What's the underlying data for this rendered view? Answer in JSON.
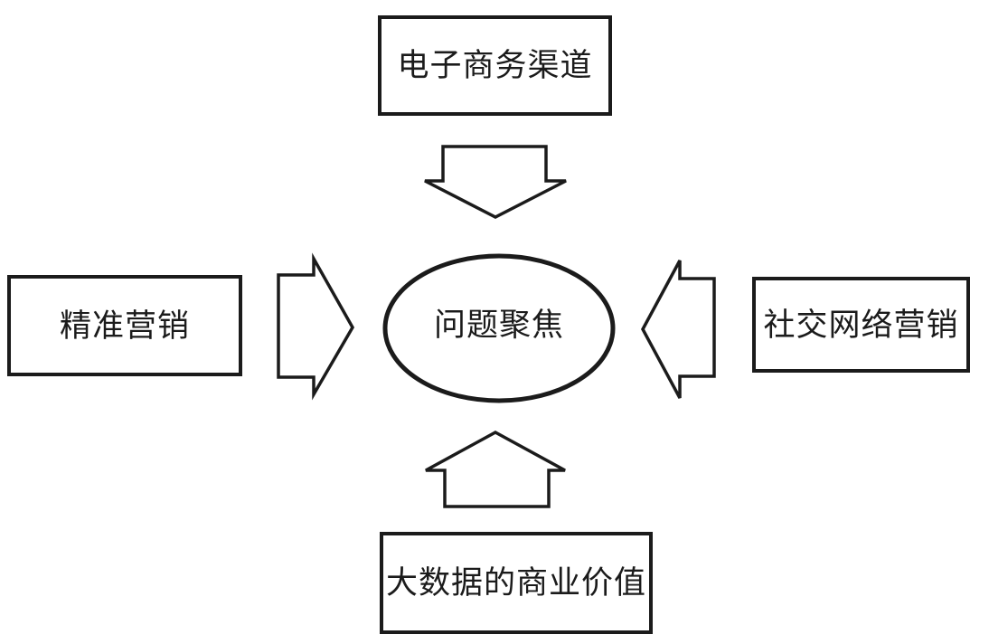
{
  "diagram": {
    "background_color": "#ffffff",
    "stroke_color": "#1b1b1b",
    "center_node": {
      "shape": "ellipse",
      "label": "问题聚焦"
    },
    "nodes": {
      "top": {
        "shape": "rectangle",
        "label": "电子商务渠道"
      },
      "left": {
        "shape": "rectangle",
        "label": "精准营销"
      },
      "right": {
        "shape": "rectangle",
        "label": "社交网络营销"
      },
      "bottom": {
        "shape": "rectangle",
        "label": "大数据的商业价值"
      }
    },
    "arrows": [
      {
        "name": "top-down-arrow",
        "direction": "down",
        "from": "top",
        "to": "center"
      },
      {
        "name": "left-right-arrow",
        "direction": "right",
        "from": "left",
        "to": "center"
      },
      {
        "name": "right-left-arrow",
        "direction": "left",
        "from": "right",
        "to": "center"
      },
      {
        "name": "bottom-up-arrow",
        "direction": "up",
        "from": "bottom",
        "to": "center"
      }
    ]
  }
}
